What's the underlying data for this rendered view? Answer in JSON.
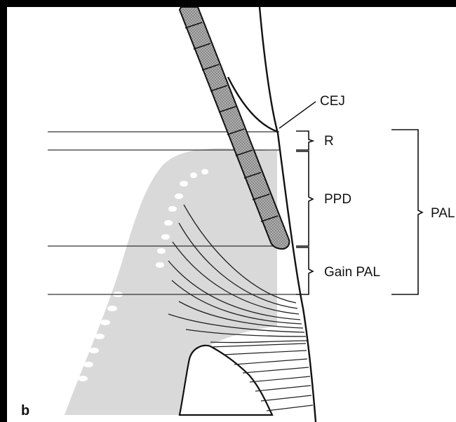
{
  "figure": {
    "panel_letter": "b",
    "labels": {
      "cej": "CEJ",
      "recession": "R",
      "ppd": "PPD",
      "gain_pal": "Gain PAL",
      "pal": "PAL"
    },
    "colors": {
      "background": "#000000",
      "panel": "#ffffff",
      "ink": "#111111",
      "probe_fill": "#9a9a9a",
      "soft_tissue": "#d9d9d9"
    }
  }
}
